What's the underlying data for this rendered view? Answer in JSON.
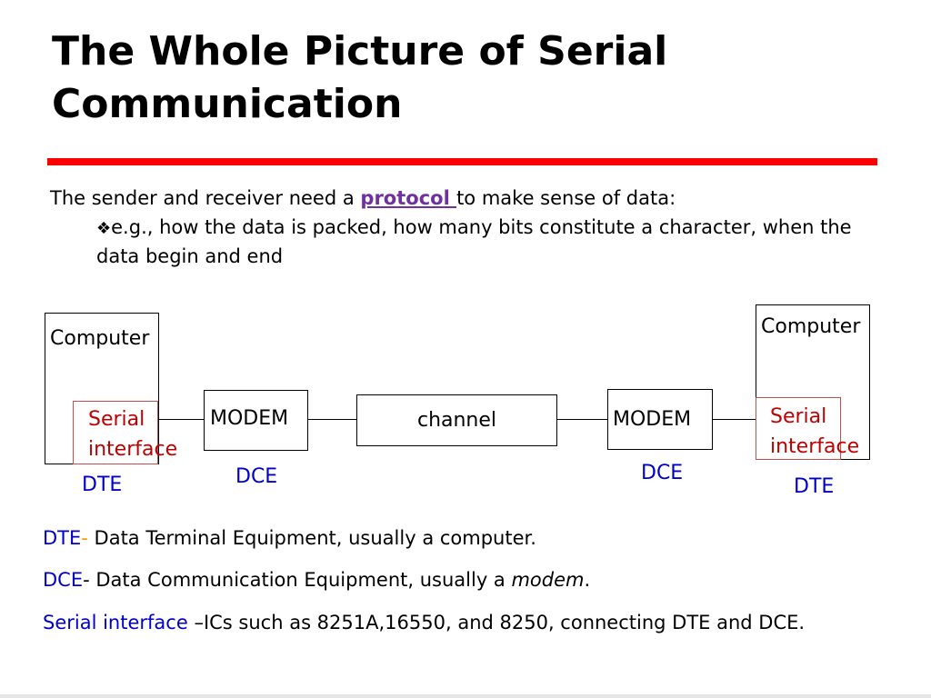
{
  "slide": {
    "title": "The Whole Picture of Serial Communication",
    "accent_color": "#ff0000",
    "intro_before": "The sender and receiver need a ",
    "intro_link": "protocol ",
    "intro_after": "to make sense of data:",
    "bullet_symbol": "❖",
    "bullet_text": "e.g., how the data is packed, how many bits constitute a character, when the data begin and end"
  },
  "diagram": {
    "left_computer": "Computer",
    "left_serial_line1": "Serial",
    "left_serial_line2": "interface",
    "left_dte": "DTE",
    "left_modem": "MODEM",
    "left_dce": "DCE",
    "channel": "channel",
    "right_modem": "MODEM",
    "right_dce": "DCE",
    "right_computer": "Computer",
    "right_serial_line1": "Serial",
    "right_serial_line2": "interface",
    "right_dte": "DTE"
  },
  "definitions": {
    "dte_term": "DTE",
    "dte_dash": "-",
    "dte_text": " Data Terminal Equipment, usually a computer.",
    "dce_term": "DCE",
    "dce_text": "- Data Communication Equipment, usually a ",
    "dce_italic": "modem",
    "dce_end": ".",
    "serial_term": "Serial interface",
    "serial_text": " –ICs such as 8251A,16550, and 8250, connecting DTE and DCE."
  }
}
